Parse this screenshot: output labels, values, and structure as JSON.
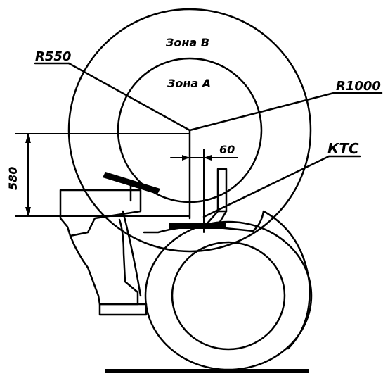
{
  "labels": {
    "zone_b": "Зона В",
    "zone_a": "Зона А",
    "radius_small": "R550",
    "radius_large": "R1000",
    "dim_horizontal": "60",
    "dim_vertical": "580",
    "part": "КТС"
  },
  "colors": {
    "line": "#000000",
    "background": "#ffffff"
  }
}
